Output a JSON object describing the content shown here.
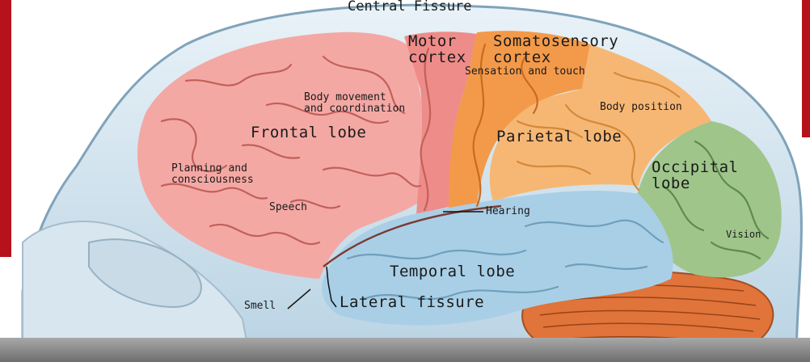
{
  "colors": {
    "frame_red": "#b5121b",
    "skull_fill": "#cfe2ee",
    "frontal": "#f4a8a4",
    "motor": "#ee8c8a",
    "somatosensory": "#f39a4a",
    "parietal": "#f7b774",
    "occipital": "#9fc58b",
    "temporal": "#a9cfe6",
    "cerebellum": "#e0743a",
    "bottom_band": "#8a8a8a"
  },
  "labels": {
    "central_fissure": "Central Fissure",
    "motor_cortex": "Motor\ncortex",
    "somatosensory_cortex": "Somatosensory\ncortex",
    "sensation_touch": "Sensation and touch",
    "body_movement": "Body movement\nand coordination",
    "frontal_lobe": "Frontal lobe",
    "body_position": "Body position",
    "parietal_lobe": "Parietal lobe",
    "occipital_lobe": "Occipital\nlobe",
    "planning": "Planning and\nconsciousness",
    "speech": "Speech",
    "hearing": "Hearing",
    "vision": "Vision",
    "temporal_lobe": "Temporal lobe",
    "smell": "Smell",
    "lateral_fissure": "Lateral fissure"
  }
}
